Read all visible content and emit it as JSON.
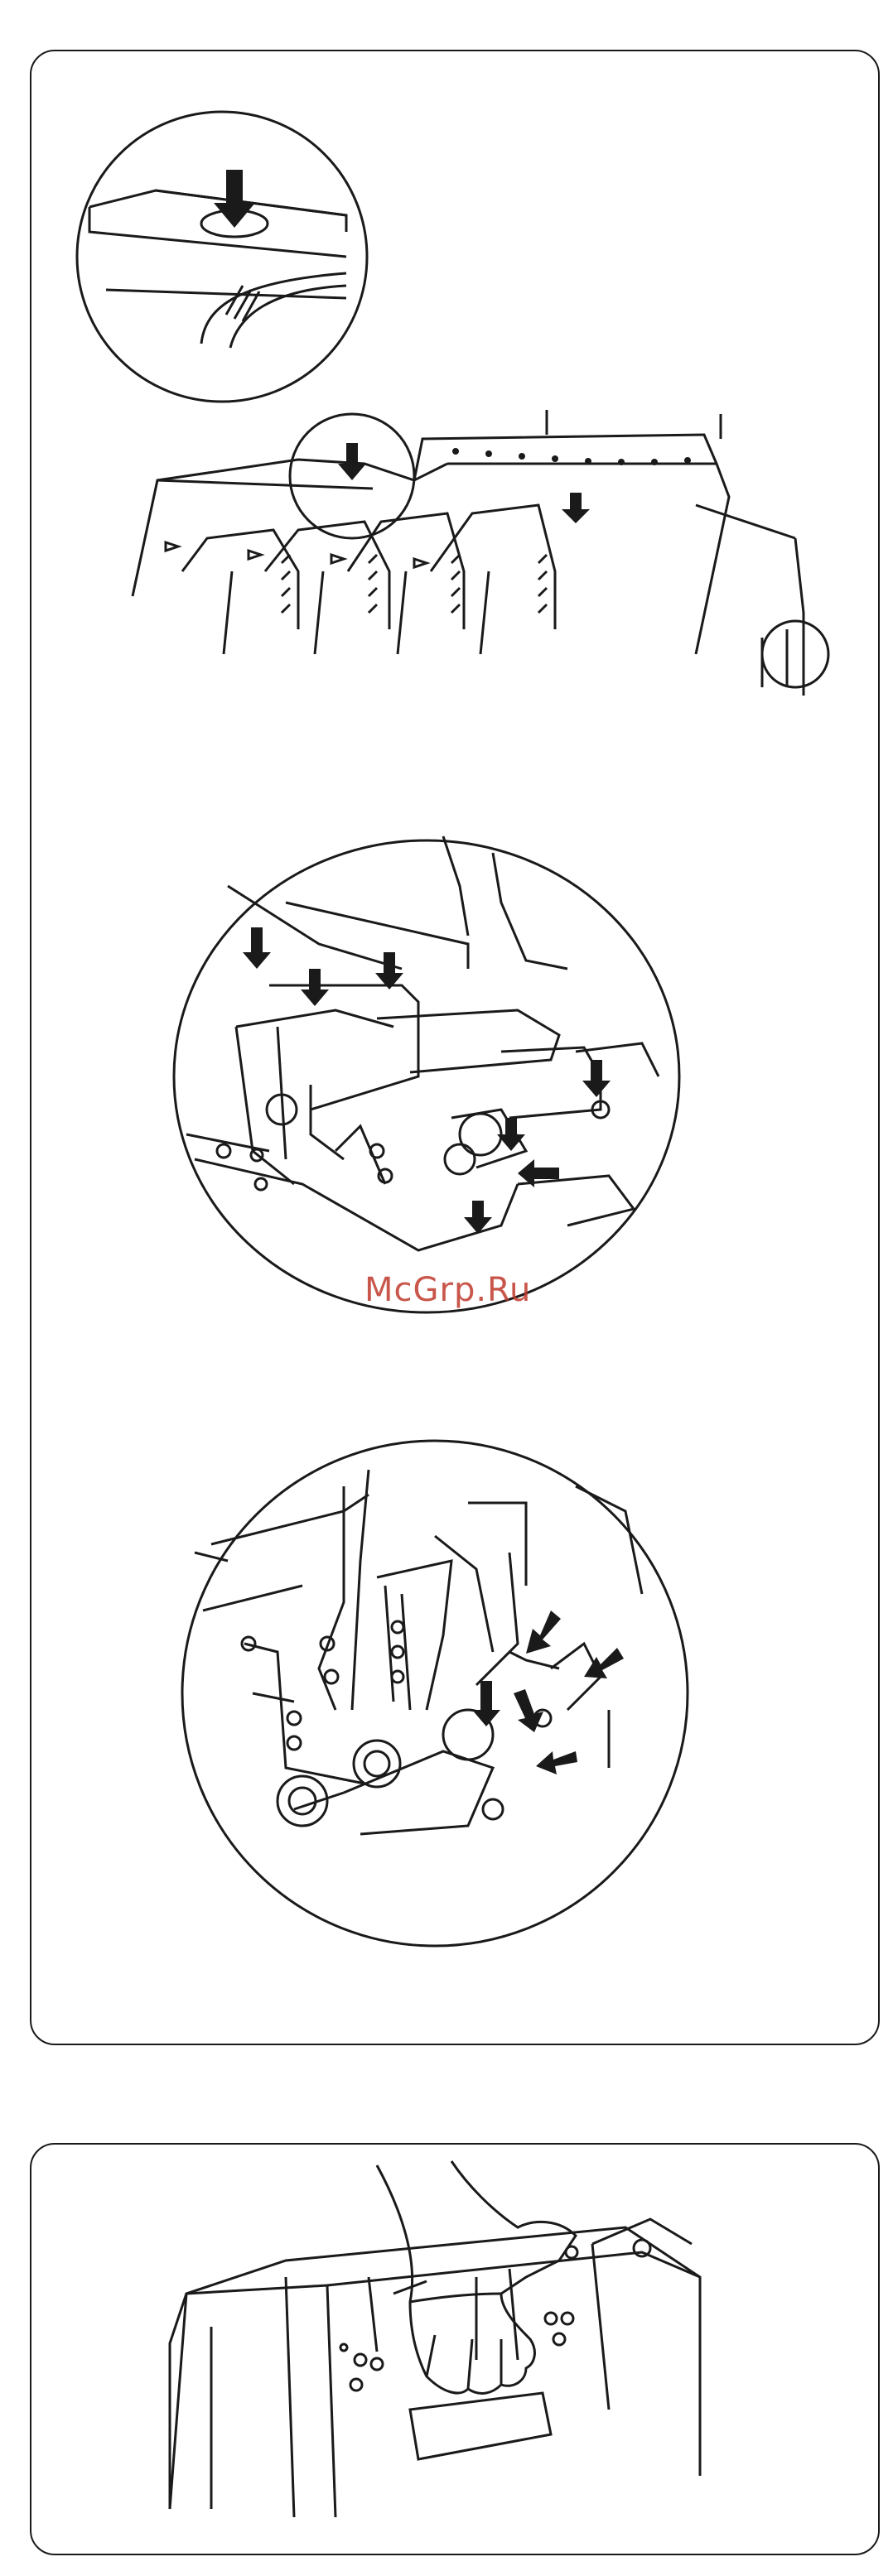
{
  "document": {
    "watermark": "McGrp.Ru"
  },
  "panels": [
    {
      "id": "top",
      "figures": [
        "looper-cover-detail",
        "thread-tension-dials",
        "looper-area",
        "looper-mechanism"
      ]
    },
    {
      "id": "bottom",
      "figures": [
        "carrying-handle"
      ]
    }
  ],
  "colors": {
    "line": "#1a1a1a",
    "background": "#ffffff",
    "watermark": "#c0392b"
  }
}
